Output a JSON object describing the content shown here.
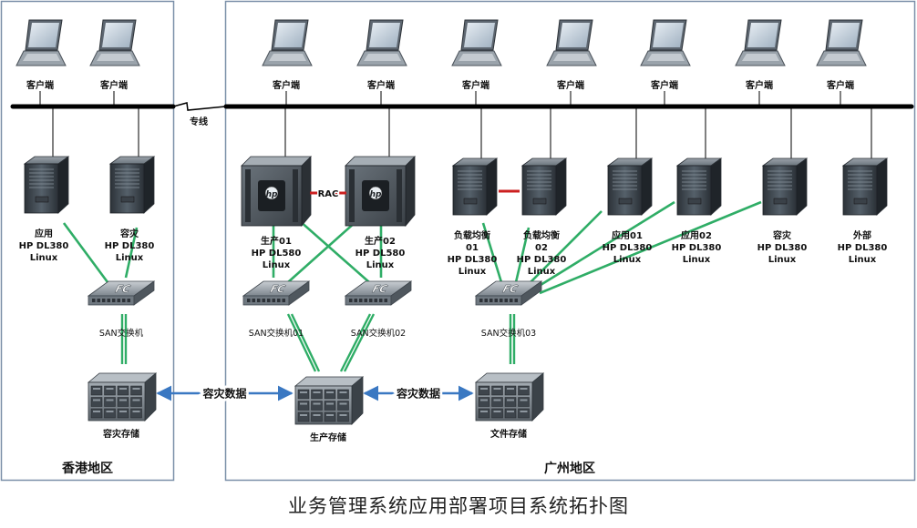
{
  "title": "业务管理系统应用部署项目系统拓扑图",
  "regions": {
    "hk": "香港地区",
    "gz": "广州地区"
  },
  "link_label": "专线",
  "clients": [
    {
      "id": "c1",
      "label": "客户端"
    },
    {
      "id": "c2",
      "label": "客户端"
    },
    {
      "id": "c3",
      "label": "客户端"
    },
    {
      "id": "c4",
      "label": "客户端"
    },
    {
      "id": "c5",
      "label": "客户端"
    },
    {
      "id": "c6",
      "label": "客户端"
    },
    {
      "id": "c7",
      "label": "客户端"
    },
    {
      "id": "c8",
      "label": "客户端"
    },
    {
      "id": "c9",
      "label": "客户端"
    }
  ],
  "servers": [
    {
      "id": "hk_app",
      "kind": "tower",
      "lines": [
        "应用",
        "HP DL380",
        "Linux"
      ]
    },
    {
      "id": "hk_dr",
      "kind": "tower",
      "lines": [
        "容灾",
        "HP DL380",
        "Linux"
      ]
    },
    {
      "id": "prod01",
      "kind": "hp",
      "lines": [
        "生产01",
        "HP DL580",
        "Linux"
      ]
    },
    {
      "id": "prod02",
      "kind": "hp",
      "lines": [
        "生产02",
        "HP DL580",
        "Linux"
      ]
    },
    {
      "id": "lb01",
      "kind": "tower",
      "lines": [
        "负载均衡",
        "01",
        "HP DL380",
        "Linux"
      ]
    },
    {
      "id": "lb02",
      "kind": "tower",
      "lines": [
        "负载均衡",
        "02",
        "HP DL380",
        "Linux"
      ]
    },
    {
      "id": "app01",
      "kind": "tower",
      "lines": [
        "应用01",
        "HP DL380",
        "Linux"
      ]
    },
    {
      "id": "app02",
      "kind": "tower",
      "lines": [
        "应用02",
        "HP DL380",
        "Linux"
      ]
    },
    {
      "id": "gz_dr",
      "kind": "tower",
      "lines": [
        "容灾",
        "HP DL380",
        "Linux"
      ]
    },
    {
      "id": "external",
      "kind": "tower",
      "lines": [
        "外部",
        "HP DL380",
        "Linux"
      ]
    }
  ],
  "rac_label": "RAC",
  "switches": [
    {
      "id": "sw_hk",
      "label": "SAN交换机",
      "badge": "FC"
    },
    {
      "id": "sw01",
      "label": "SAN交换机01",
      "badge": "FC"
    },
    {
      "id": "sw02",
      "label": "SAN交换机02",
      "badge": "FC"
    },
    {
      "id": "sw03",
      "label": "SAN交换机03",
      "badge": "FC"
    }
  ],
  "storage": [
    {
      "id": "st_dr",
      "label": "容灾存储"
    },
    {
      "id": "st_prod",
      "label": "生产存储"
    },
    {
      "id": "st_file",
      "label": "文件存储"
    }
  ],
  "replication": [
    {
      "from": "st_dr",
      "to": "st_prod",
      "label": "容灾数据"
    },
    {
      "from": "st_prod",
      "to": "st_file",
      "label": "容灾数据"
    }
  ],
  "colors": {
    "fc_link": "#2fad66",
    "replication": "#3a78c2",
    "rac": "#cc2020",
    "bus": "#000000",
    "frame": "#7a8fa8"
  }
}
